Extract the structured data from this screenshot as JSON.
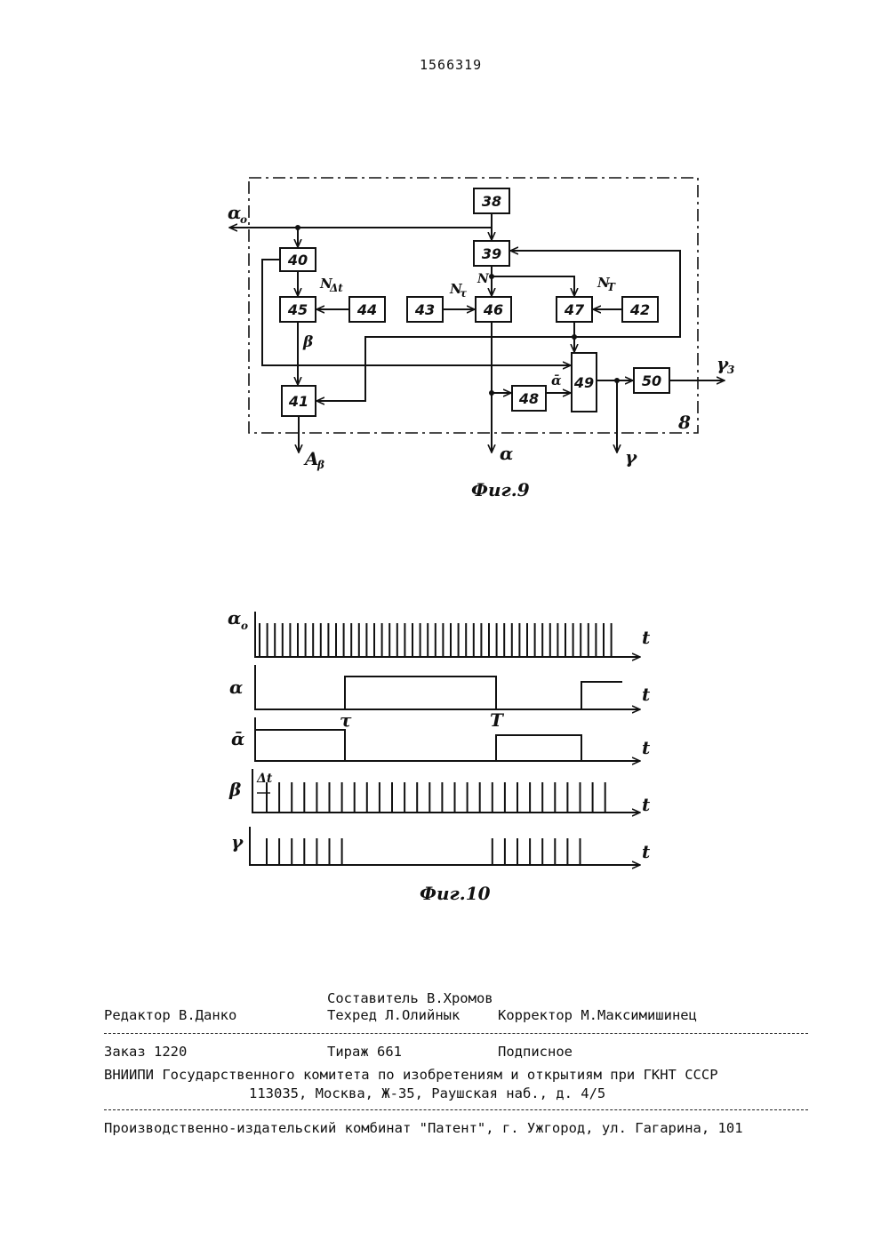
{
  "patent_number": "1566319",
  "fig9": {
    "caption": "Фиг.9",
    "frame_label": "8",
    "blocks": [
      "38",
      "39",
      "40",
      "45",
      "44",
      "43",
      "46",
      "47",
      "42",
      "41",
      "48",
      "49",
      "50"
    ],
    "labels": {
      "alpha0": "α",
      "alpha0_sub": "o",
      "n_dt": "N",
      "n_dt_sub": "Δt",
      "n_tau": "N",
      "n_tau_sub": "τ",
      "n": "N",
      "n_t": "N",
      "n_t_sub": "T",
      "beta": "β",
      "alpha_bar": "ᾱ",
      "out_a": "A",
      "out_a_sub": "β",
      "out_alpha": "α",
      "out_gamma": "γ",
      "out_gamma3": "γ",
      "out_gamma3_sub": "3"
    }
  },
  "fig10": {
    "caption": "Фиг.10",
    "signals": [
      {
        "name": "α",
        "sub": "o"
      },
      {
        "name": "α",
        "sub": ""
      },
      {
        "name": "ᾱ",
        "sub": ""
      },
      {
        "name": "β",
        "sub": ""
      },
      {
        "name": "γ",
        "sub": ""
      }
    ],
    "t_label": "t",
    "tau_label": "τ",
    "T_label": "T",
    "dt_label": "Δt"
  },
  "imprint": {
    "composer": "Составитель В.Хромов",
    "editor": "Редактор В.Данко",
    "techred": "Техред Л.Олийнык",
    "corrector": "Корректор М.Максимишинец",
    "order": "Заказ 1220",
    "circulation": "Тираж 661",
    "subscription": "Подписное",
    "org_line1": "ВНИИПИ Государственного комитета по изобретениям и открытиям при ГКНТ СССР",
    "org_line2": "113035, Москва, Ж-35, Раушская наб., д. 4/5",
    "printer": "Производственно-издательский комбинат \"Патент\", г. Ужгород, ул. Гагарина, 101"
  }
}
